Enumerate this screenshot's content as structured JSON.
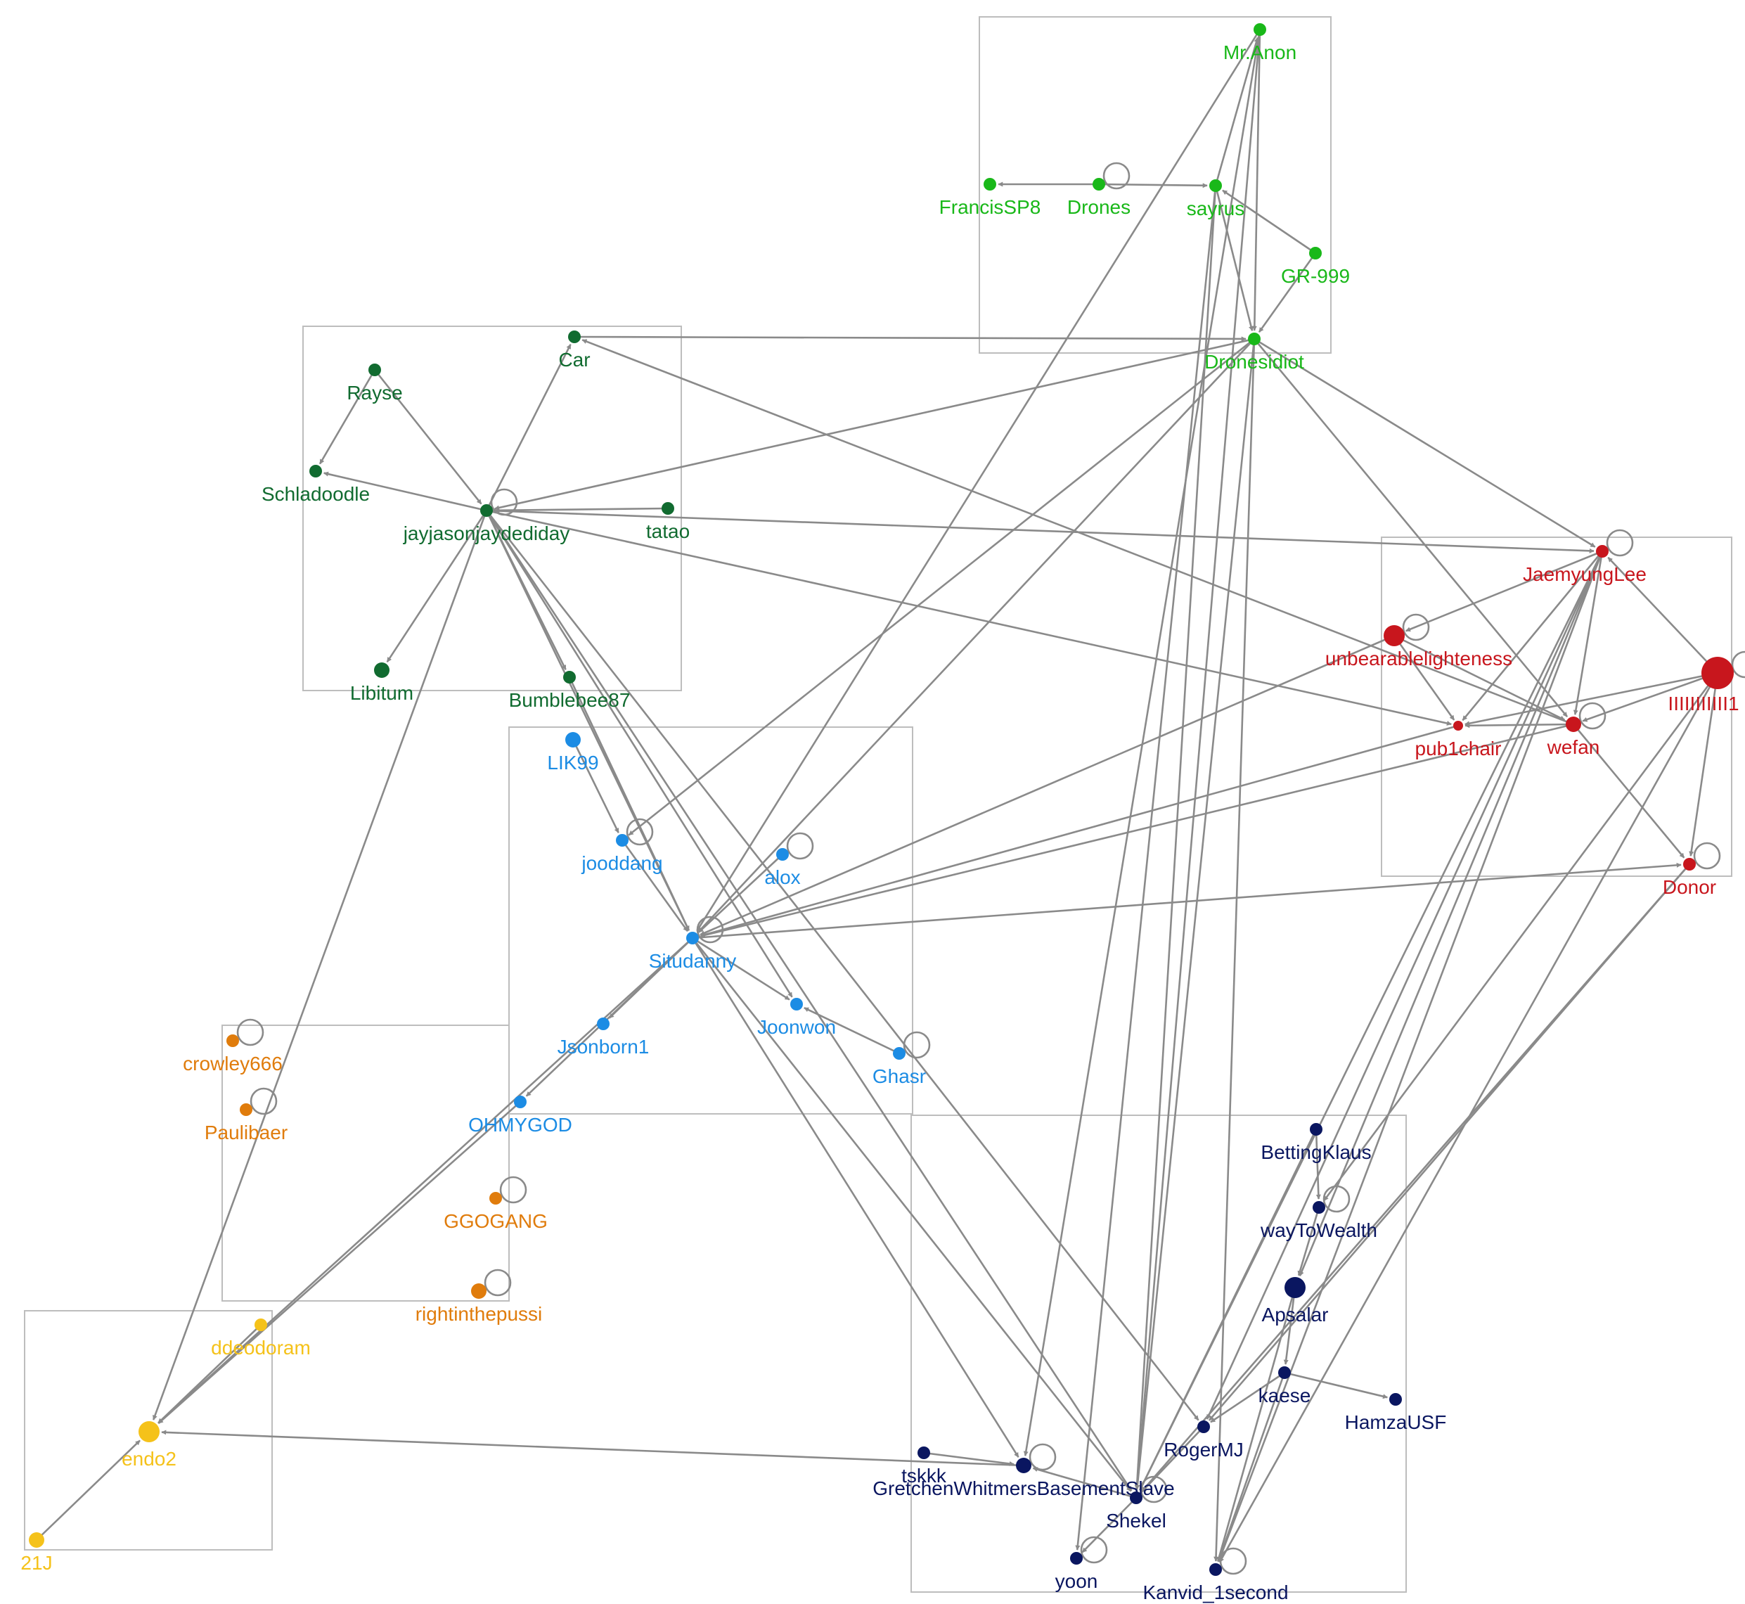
{
  "colors": {
    "edge": "#8a8a8a",
    "box": "#bdbdbd",
    "green": "#19b819",
    "darkgreen": "#116b30",
    "red": "#c8161d",
    "blue": "#1c8ce4",
    "orange": "#e07c0c",
    "yellow": "#f5c21a",
    "navy": "#0a1660"
  },
  "graph": {
    "nodes": [
      {
        "id": "mranon",
        "label": "Mr.Anon",
        "group": "green",
        "size": "s"
      },
      {
        "id": "francissp8",
        "label": "FrancisSP8",
        "group": "green",
        "size": "s"
      },
      {
        "id": "drones",
        "label": "Drones",
        "group": "green",
        "size": "s"
      },
      {
        "id": "sayrus",
        "label": "sayrus",
        "group": "green",
        "size": "s"
      },
      {
        "id": "gr999",
        "label": "GR-999",
        "group": "green",
        "size": "s"
      },
      {
        "id": "dronesidiot",
        "label": "Dronesidiot",
        "group": "green",
        "size": "s"
      },
      {
        "id": "car",
        "label": "Car",
        "group": "darkgreen",
        "size": "s"
      },
      {
        "id": "rayse",
        "label": "Rayse",
        "group": "darkgreen",
        "size": "s"
      },
      {
        "id": "schladoodle",
        "label": "Schladoodle",
        "group": "darkgreen",
        "size": "s"
      },
      {
        "id": "jayjason",
        "label": "jayjasonjaydediday",
        "group": "darkgreen",
        "size": "s"
      },
      {
        "id": "tatao",
        "label": "tatao",
        "group": "darkgreen",
        "size": "s"
      },
      {
        "id": "libitum",
        "label": "Libitum",
        "group": "darkgreen",
        "size": "m"
      },
      {
        "id": "bumblebee87",
        "label": "Bumblebee87",
        "group": "darkgreen",
        "size": "s"
      },
      {
        "id": "jaemyunglee",
        "label": "JaemyungLee",
        "group": "red",
        "size": "s"
      },
      {
        "id": "unbearable",
        "label": "unbearablelighteness",
        "group": "red",
        "size": "l"
      },
      {
        "id": "iiii1",
        "label": "IIIIIIIIIII1",
        "group": "red",
        "size": "xl"
      },
      {
        "id": "pub1chair",
        "label": "pub1chair",
        "group": "red",
        "size": "xs"
      },
      {
        "id": "wefan",
        "label": "wefan",
        "group": "red",
        "size": "m"
      },
      {
        "id": "donor",
        "label": "Donor",
        "group": "red",
        "size": "s"
      },
      {
        "id": "lik99",
        "label": "LIK99",
        "group": "blue",
        "size": "m"
      },
      {
        "id": "jooddang",
        "label": "jooddang",
        "group": "blue",
        "size": "s"
      },
      {
        "id": "alox",
        "label": "alox",
        "group": "blue",
        "size": "s"
      },
      {
        "id": "situdanny",
        "label": "Situdanny",
        "group": "blue",
        "size": "s"
      },
      {
        "id": "jsonborn1",
        "label": "Jsonborn1",
        "group": "blue",
        "size": "s"
      },
      {
        "id": "joonwon",
        "label": "Joonwon",
        "group": "blue",
        "size": "s"
      },
      {
        "id": "ghasr",
        "label": "Ghasr",
        "group": "blue",
        "size": "s"
      },
      {
        "id": "ohmygod",
        "label": "OHMYGOD",
        "group": "blue",
        "size": "s"
      },
      {
        "id": "crowley666",
        "label": "crowley666",
        "group": "orange",
        "size": "s"
      },
      {
        "id": "paulibaer",
        "label": "Paulibaer",
        "group": "orange",
        "size": "s"
      },
      {
        "id": "ggogang",
        "label": "GGOGANG",
        "group": "orange",
        "size": "s"
      },
      {
        "id": "rightinthepussi",
        "label": "rightinthepussi",
        "group": "orange",
        "size": "m"
      },
      {
        "id": "ddeodoram",
        "label": "ddeodoram",
        "group": "yellow",
        "size": "s"
      },
      {
        "id": "endo2",
        "label": "endo2",
        "group": "yellow",
        "size": "l"
      },
      {
        "id": "21j",
        "label": "21J",
        "group": "yellow",
        "size": "m"
      },
      {
        "id": "bettingklaus",
        "label": "BettingKlaus",
        "group": "navy",
        "size": "s"
      },
      {
        "id": "waytowealth",
        "label": "wayToWealth",
        "group": "navy",
        "size": "s"
      },
      {
        "id": "apsalar",
        "label": "Apsalar",
        "group": "navy",
        "size": "l"
      },
      {
        "id": "kaese",
        "label": "kaese",
        "group": "navy",
        "size": "s"
      },
      {
        "id": "hamzausf",
        "label": "HamzaUSF",
        "group": "navy",
        "size": "s"
      },
      {
        "id": "rogermj",
        "label": "RogerMJ",
        "group": "navy",
        "size": "s"
      },
      {
        "id": "tskkk",
        "label": "tskkk",
        "group": "navy",
        "size": "s"
      },
      {
        "id": "gretchen",
        "label": "GretchenWhitmersBasementSlave",
        "group": "navy",
        "size": "m"
      },
      {
        "id": "shekel",
        "label": "Shekel",
        "group": "navy",
        "size": "s"
      },
      {
        "id": "yoon",
        "label": "yoon",
        "group": "navy",
        "size": "s"
      },
      {
        "id": "kanvid",
        "label": "Kanvid_1second",
        "group": "navy",
        "size": "s"
      }
    ],
    "edges": [
      [
        "sayrus",
        "mranon"
      ],
      [
        "drones",
        "francissp8"
      ],
      [
        "drones",
        "sayrus"
      ],
      [
        "gr999",
        "sayrus"
      ],
      [
        "gr999",
        "dronesidiot"
      ],
      [
        "sayrus",
        "dronesidiot"
      ],
      [
        "mranon",
        "dronesidiot"
      ],
      [
        "car",
        "dronesidiot"
      ],
      [
        "dronesidiot",
        "jayjason"
      ],
      [
        "dronesidiot",
        "jaemyunglee"
      ],
      [
        "dronesidiot",
        "wefan"
      ],
      [
        "dronesidiot",
        "situdanny"
      ],
      [
        "dronesidiot",
        "jooddang"
      ],
      [
        "mranon",
        "gretchen"
      ],
      [
        "mranon",
        "shekel"
      ],
      [
        "mranon",
        "situdanny"
      ],
      [
        "sayrus",
        "shekel"
      ],
      [
        "sayrus",
        "yoon"
      ],
      [
        "dronesidiot",
        "kanvid"
      ],
      [
        "dronesidiot",
        "shekel"
      ],
      [
        "rayse",
        "schladoodle"
      ],
      [
        "rayse",
        "jayjason"
      ],
      [
        "jayjason",
        "schladoodle"
      ],
      [
        "jayjason",
        "car"
      ],
      [
        "tatao",
        "jayjason"
      ],
      [
        "jayjason",
        "libitum"
      ],
      [
        "jayjason",
        "bumblebee87"
      ],
      [
        "jayjason",
        "endo2"
      ],
      [
        "jayjason",
        "jaemyunglee"
      ],
      [
        "jayjason",
        "pub1chair"
      ],
      [
        "jayjason",
        "situdanny"
      ],
      [
        "jayjason",
        "joonwon"
      ],
      [
        "jayjason",
        "rogermj"
      ],
      [
        "jayjason",
        "shekel"
      ],
      [
        "wefan",
        "car"
      ],
      [
        "bumblebee87",
        "situdanny"
      ],
      [
        "lik99",
        "jooddang"
      ],
      [
        "jooddang",
        "situdanny"
      ],
      [
        "alox",
        "situdanny"
      ],
      [
        "situdanny",
        "jsonborn1"
      ],
      [
        "situdanny",
        "ohmygod"
      ],
      [
        "situdanny",
        "joonwon"
      ],
      [
        "ghasr",
        "joonwon"
      ],
      [
        "situdanny",
        "donor"
      ],
      [
        "situdanny",
        "gretchen"
      ],
      [
        "situdanny",
        "shekel"
      ],
      [
        "situdanny",
        "endo2"
      ],
      [
        "pub1chair",
        "situdanny"
      ],
      [
        "unbearable",
        "situdanny"
      ],
      [
        "wefan",
        "situdanny"
      ],
      [
        "ohmygod",
        "endo2"
      ],
      [
        "jaemyunglee",
        "unbearable"
      ],
      [
        "jaemyunglee",
        "pub1chair"
      ],
      [
        "jaemyunglee",
        "wefan"
      ],
      [
        "unbearable",
        "pub1chair"
      ],
      [
        "unbearable",
        "wefan"
      ],
      [
        "iiii1",
        "pub1chair"
      ],
      [
        "iiii1",
        "wefan"
      ],
      [
        "iiii1",
        "donor"
      ],
      [
        "iiii1",
        "jaemyunglee"
      ],
      [
        "wefan",
        "donor"
      ],
      [
        "wefan",
        "pub1chair"
      ],
      [
        "jaemyunglee",
        "rogermj"
      ],
      [
        "jaemyunglee",
        "shekel"
      ],
      [
        "jaemyunglee",
        "apsalar"
      ],
      [
        "iiii1",
        "kanvid"
      ],
      [
        "iiii1",
        "waytowealth"
      ],
      [
        "donor",
        "rogermj"
      ],
      [
        "donor",
        "shekel"
      ],
      [
        "jaemyunglee",
        "kanvid"
      ],
      [
        "ddeodoram",
        "endo2"
      ],
      [
        "21j",
        "endo2"
      ],
      [
        "gretchen",
        "endo2"
      ],
      [
        "bettingklaus",
        "waytowealth"
      ],
      [
        "waytowealth",
        "apsalar"
      ],
      [
        "apsalar",
        "kaese"
      ],
      [
        "kaese",
        "hamzausf"
      ],
      [
        "kaese",
        "rogermj"
      ],
      [
        "apsalar",
        "kanvid"
      ],
      [
        "tskkk",
        "gretchen"
      ],
      [
        "shekel",
        "gretchen"
      ],
      [
        "shekel",
        "yoon"
      ],
      [
        "kaese",
        "kanvid"
      ],
      [
        "rogermj",
        "shekel"
      ],
      [
        "bettingklaus",
        "shekel"
      ]
    ],
    "self_loops": [
      "drones",
      "jayjason",
      "jaemyunglee",
      "unbearable",
      "iiii1",
      "wefan",
      "donor",
      "jooddang",
      "alox",
      "situdanny",
      "ghasr",
      "crowley666",
      "paulibaer",
      "ggogang",
      "rightinthepussi",
      "waytowealth",
      "gretchen",
      "shekel",
      "yoon",
      "kanvid"
    ]
  }
}
